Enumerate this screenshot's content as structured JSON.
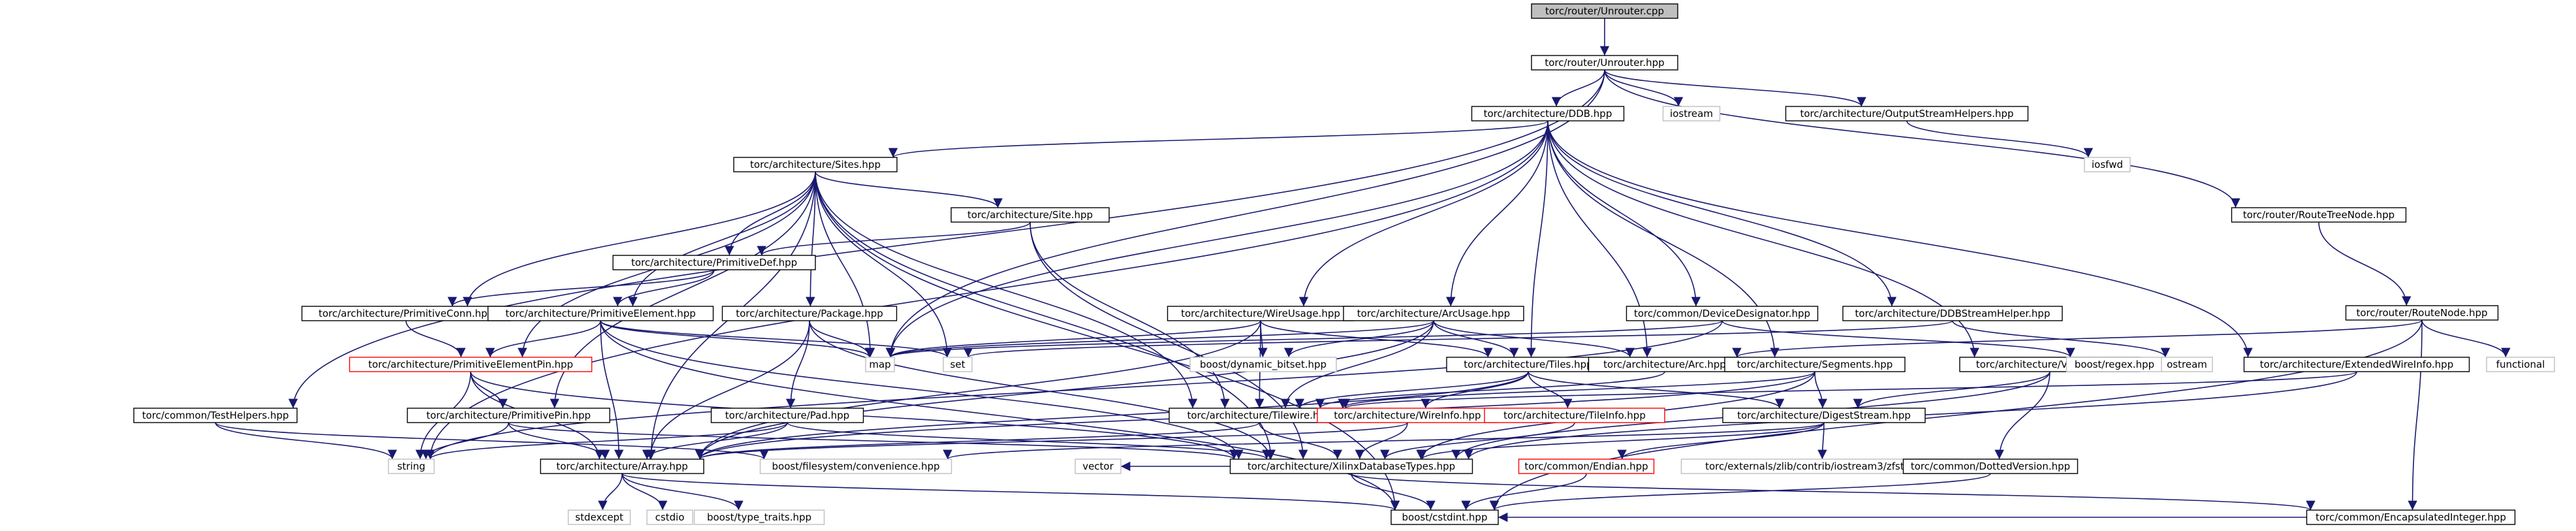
{
  "colors": {
    "edge": "#191970",
    "box_border_default": "#000000",
    "box_border_system": "#bfbfbf",
    "box_border_incomplete": "#ff0000",
    "root_fill": "#bfbfbf",
    "node_fill": "#ffffff"
  },
  "nodes": [
    {
      "id": "unrouter_cpp",
      "label": "torc/router/Unrouter.cpp",
      "kind": "root"
    },
    {
      "id": "unrouter_hpp",
      "label": "torc/router/Unrouter.hpp",
      "kind": "normal"
    },
    {
      "id": "ddb",
      "label": "torc/architecture/DDB.hpp",
      "kind": "normal"
    },
    {
      "id": "iostream",
      "label": "iostream",
      "kind": "system"
    },
    {
      "id": "osh",
      "label": "torc/architecture/OutputStreamHelpers.hpp",
      "kind": "normal"
    },
    {
      "id": "iosfwd",
      "label": "iosfwd",
      "kind": "system"
    },
    {
      "id": "routetreenode",
      "label": "torc/router/RouteTreeNode.hpp",
      "kind": "normal"
    },
    {
      "id": "routenode",
      "label": "torc/router/RouteNode.hpp",
      "kind": "normal"
    },
    {
      "id": "sites",
      "label": "torc/architecture/Sites.hpp",
      "kind": "normal"
    },
    {
      "id": "site",
      "label": "torc/architecture/Site.hpp",
      "kind": "normal"
    },
    {
      "id": "primdef",
      "label": "torc/architecture/PrimitiveDef.hpp",
      "kind": "normal"
    },
    {
      "id": "primconn",
      "label": "torc/architecture/PrimitiveConn.hpp",
      "kind": "normal"
    },
    {
      "id": "primelem",
      "label": "torc/architecture/PrimitiveElement.hpp",
      "kind": "normal"
    },
    {
      "id": "package",
      "label": "torc/architecture/Package.hpp",
      "kind": "normal"
    },
    {
      "id": "wireusage",
      "label": "torc/architecture/WireUsage.hpp",
      "kind": "normal"
    },
    {
      "id": "arcusage",
      "label": "torc/architecture/ArcUsage.hpp",
      "kind": "normal"
    },
    {
      "id": "devdesig",
      "label": "torc/common/DeviceDesignator.hpp",
      "kind": "normal"
    },
    {
      "id": "ddbsh",
      "label": "torc/architecture/DDBStreamHelper.hpp",
      "kind": "normal"
    },
    {
      "id": "primelempin",
      "label": "torc/architecture/PrimitiveElementPin.hpp",
      "kind": "incomplete"
    },
    {
      "id": "map",
      "label": "map",
      "kind": "system"
    },
    {
      "id": "set",
      "label": "set",
      "kind": "system"
    },
    {
      "id": "dynbitset",
      "label": "boost/dynamic_bitset.hpp",
      "kind": "system"
    },
    {
      "id": "tiles",
      "label": "torc/architecture/Tiles.hpp",
      "kind": "normal"
    },
    {
      "id": "arc",
      "label": "torc/architecture/Arc.hpp",
      "kind": "normal"
    },
    {
      "id": "segments",
      "label": "torc/architecture/Segments.hpp",
      "kind": "normal"
    },
    {
      "id": "versions",
      "label": "torc/architecture/Versions.hpp",
      "kind": "normal"
    },
    {
      "id": "regex",
      "label": "boost/regex.hpp",
      "kind": "system"
    },
    {
      "id": "ostream",
      "label": "ostream",
      "kind": "system"
    },
    {
      "id": "extwireinfo",
      "label": "torc/architecture/ExtendedWireInfo.hpp",
      "kind": "normal"
    },
    {
      "id": "functional",
      "label": "functional",
      "kind": "system"
    },
    {
      "id": "testhelpers",
      "label": "torc/common/TestHelpers.hpp",
      "kind": "normal"
    },
    {
      "id": "primpin",
      "label": "torc/architecture/PrimitivePin.hpp",
      "kind": "normal"
    },
    {
      "id": "pad",
      "label": "torc/architecture/Pad.hpp",
      "kind": "normal"
    },
    {
      "id": "tilewire",
      "label": "torc/architecture/Tilewire.hpp",
      "kind": "normal"
    },
    {
      "id": "wireinfo",
      "label": "torc/architecture/WireInfo.hpp",
      "kind": "incomplete"
    },
    {
      "id": "tileinfo",
      "label": "torc/architecture/TileInfo.hpp",
      "kind": "incomplete"
    },
    {
      "id": "digest",
      "label": "torc/architecture/DigestStream.hpp",
      "kind": "normal"
    },
    {
      "id": "string",
      "label": "string",
      "kind": "system"
    },
    {
      "id": "array",
      "label": "torc/architecture/Array.hpp",
      "kind": "normal"
    },
    {
      "id": "fsconv",
      "label": "boost/filesystem/convenience.hpp",
      "kind": "system"
    },
    {
      "id": "vector",
      "label": "vector",
      "kind": "system"
    },
    {
      "id": "xdbtypes",
      "label": "torc/architecture/XilinxDatabaseTypes.hpp",
      "kind": "normal"
    },
    {
      "id": "endian",
      "label": "torc/common/Endian.hpp",
      "kind": "incomplete"
    },
    {
      "id": "zfstream",
      "label": "torc/externals/zlib/contrib/iostream3/zfstream.h",
      "kind": "system"
    },
    {
      "id": "dottedver",
      "label": "torc/common/DottedVersion.hpp",
      "kind": "normal"
    },
    {
      "id": "stdexcept",
      "label": "stdexcept",
      "kind": "system"
    },
    {
      "id": "cstdio",
      "label": "cstdio",
      "kind": "system"
    },
    {
      "id": "typetraits",
      "label": "boost/type_traits.hpp",
      "kind": "system"
    },
    {
      "id": "cstdint",
      "label": "boost/cstdint.hpp",
      "kind": "normal"
    },
    {
      "id": "encint",
      "label": "torc/common/EncapsulatedInteger.hpp",
      "kind": "normal"
    }
  ],
  "edges": [
    [
      "unrouter_cpp",
      "unrouter_hpp"
    ],
    [
      "unrouter_hpp",
      "ddb"
    ],
    [
      "unrouter_hpp",
      "iostream"
    ],
    [
      "unrouter_hpp",
      "osh"
    ],
    [
      "unrouter_hpp",
      "routetreenode"
    ],
    [
      "unrouter_hpp",
      "testhelpers"
    ],
    [
      "unrouter_hpp",
      "map"
    ],
    [
      "osh",
      "iosfwd"
    ],
    [
      "routetreenode",
      "routenode"
    ],
    [
      "routenode",
      "arc"
    ],
    [
      "routenode",
      "functional"
    ],
    [
      "routenode",
      "encint"
    ],
    [
      "routenode",
      "cstdint"
    ],
    [
      "ddb",
      "sites"
    ],
    [
      "ddb",
      "wireusage"
    ],
    [
      "ddb",
      "arcusage"
    ],
    [
      "ddb",
      "devdesig"
    ],
    [
      "ddb",
      "ddbsh"
    ],
    [
      "ddb",
      "tiles"
    ],
    [
      "ddb",
      "arc"
    ],
    [
      "ddb",
      "segments"
    ],
    [
      "ddb",
      "versions"
    ],
    [
      "ddb",
      "extwireinfo"
    ],
    [
      "ddb",
      "map"
    ],
    [
      "ddb",
      "string"
    ],
    [
      "sites",
      "site"
    ],
    [
      "sites",
      "primdef"
    ],
    [
      "sites",
      "primconn"
    ],
    [
      "sites",
      "primelem"
    ],
    [
      "sites",
      "package"
    ],
    [
      "sites",
      "primelempin"
    ],
    [
      "sites",
      "primpin"
    ],
    [
      "sites",
      "array"
    ],
    [
      "sites",
      "xdbtypes"
    ],
    [
      "sites",
      "map"
    ],
    [
      "sites",
      "set"
    ],
    [
      "sites",
      "tilewire"
    ],
    [
      "sites",
      "cstdint"
    ],
    [
      "site",
      "primdef"
    ],
    [
      "site",
      "tilewire"
    ],
    [
      "site",
      "xdbtypes"
    ],
    [
      "primdef",
      "primconn"
    ],
    [
      "primdef",
      "primelem"
    ],
    [
      "primconn",
      "primelempin"
    ],
    [
      "primelem",
      "primelempin"
    ],
    [
      "primelem",
      "array"
    ],
    [
      "primelem",
      "xdbtypes"
    ],
    [
      "primelem",
      "map"
    ],
    [
      "primelem",
      "set"
    ],
    [
      "primelem",
      "cstdint"
    ],
    [
      "package",
      "pad"
    ],
    [
      "package",
      "array"
    ],
    [
      "package",
      "xdbtypes"
    ],
    [
      "package",
      "map"
    ],
    [
      "primelempin",
      "primpin"
    ],
    [
      "primelempin",
      "array"
    ],
    [
      "primelempin",
      "xdbtypes"
    ],
    [
      "primelempin",
      "string"
    ],
    [
      "primpin",
      "array"
    ],
    [
      "primpin",
      "xdbtypes"
    ],
    [
      "primpin",
      "string"
    ],
    [
      "pad",
      "array"
    ],
    [
      "pad",
      "xdbtypes"
    ],
    [
      "pad",
      "string"
    ],
    [
      "wireusage",
      "tiles"
    ],
    [
      "wireusage",
      "tilewire"
    ],
    [
      "wireusage",
      "array"
    ],
    [
      "wireusage",
      "dynbitset"
    ],
    [
      "wireusage",
      "map"
    ],
    [
      "arcusage",
      "tiles"
    ],
    [
      "arcusage",
      "arc"
    ],
    [
      "arcusage",
      "array"
    ],
    [
      "arcusage",
      "dynbitset"
    ],
    [
      "arcusage",
      "map"
    ],
    [
      "arcusage",
      "tilewire"
    ],
    [
      "tiles",
      "tilewire"
    ],
    [
      "tiles",
      "wireinfo"
    ],
    [
      "tiles",
      "tileinfo"
    ],
    [
      "tiles",
      "array"
    ],
    [
      "tiles",
      "digest"
    ],
    [
      "arc",
      "tilewire"
    ],
    [
      "devdesig",
      "regex"
    ],
    [
      "devdesig",
      "string"
    ],
    [
      "devdesig",
      "map"
    ],
    [
      "ddbsh",
      "ostream"
    ],
    [
      "ddbsh",
      "set"
    ],
    [
      "segments",
      "digest"
    ],
    [
      "segments",
      "tilewire"
    ],
    [
      "segments",
      "array"
    ],
    [
      "segments",
      "xdbtypes"
    ],
    [
      "versions",
      "digest"
    ],
    [
      "versions",
      "dottedver"
    ],
    [
      "versions",
      "xdbtypes"
    ],
    [
      "extwireinfo",
      "tilewire"
    ],
    [
      "extwireinfo",
      "xdbtypes"
    ],
    [
      "testhelpers",
      "string"
    ],
    [
      "testhelpers",
      "fsconv"
    ],
    [
      "tilewire",
      "xdbtypes"
    ],
    [
      "tilewire",
      "array"
    ],
    [
      "wireinfo",
      "xdbtypes"
    ],
    [
      "wireinfo",
      "array"
    ],
    [
      "tileinfo",
      "xdbtypes"
    ],
    [
      "digest",
      "xdbtypes"
    ],
    [
      "digest",
      "endian"
    ],
    [
      "digest",
      "zfstream"
    ],
    [
      "digest",
      "fsconv"
    ],
    [
      "array",
      "stdexcept"
    ],
    [
      "array",
      "cstdio"
    ],
    [
      "array",
      "typetraits"
    ],
    [
      "array",
      "cstdint"
    ],
    [
      "xdbtypes",
      "vector"
    ],
    [
      "xdbtypes",
      "encint"
    ],
    [
      "xdbtypes",
      "cstdint"
    ],
    [
      "endian",
      "cstdint"
    ],
    [
      "dottedver",
      "cstdint"
    ],
    [
      "encint",
      "cstdint"
    ]
  ]
}
